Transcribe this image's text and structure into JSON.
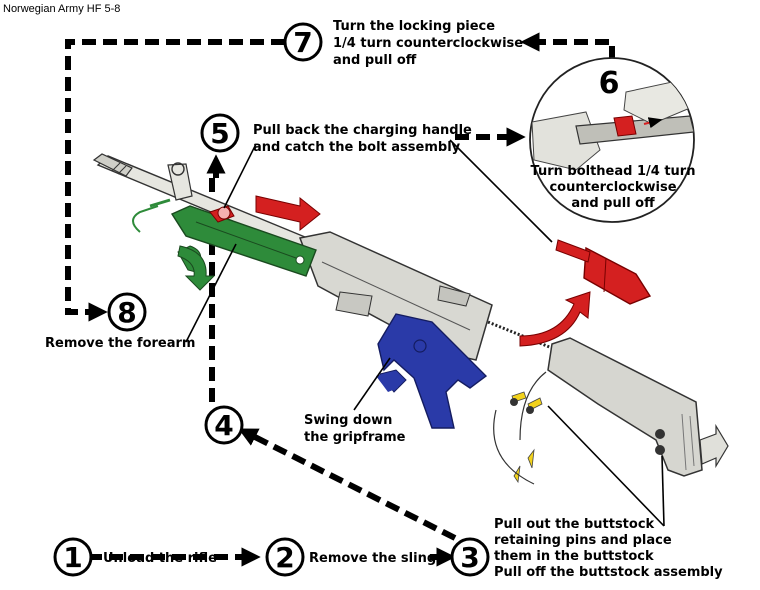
{
  "header": {
    "title": "Norwegian Army HF 5-8"
  },
  "steps": [
    {
      "number": "1",
      "lines": [
        "Unload the rifle"
      ]
    },
    {
      "number": "2",
      "lines": [
        "Remove the sling"
      ]
    },
    {
      "number": "3",
      "lines": [
        "Pull out the buttstock",
        "retaining pins and place",
        "them in the buttstock",
        "Pull off the buttstock assembly"
      ]
    },
    {
      "number": "4",
      "lines": [
        "Swing down",
        "the gripframe"
      ]
    },
    {
      "number": "5",
      "lines": [
        "Pull back the charging handle",
        "and catch the bolt assembly"
      ]
    },
    {
      "number": "6",
      "lines": [
        "Turn bolthead 1/4 turn",
        "counterclockwise",
        "and pull off"
      ]
    },
    {
      "number": "7",
      "lines": [
        "Turn the locking piece",
        "1/4 turn counterclockwise",
        "and pull off"
      ]
    },
    {
      "number": "8",
      "lines": [
        "Remove the forearm"
      ]
    }
  ],
  "colors": {
    "forearm": "#2e8b3a",
    "gripframe": "#2a3aa8",
    "charging_handle": "#d42020",
    "bolt": "#d42020",
    "pins": "#f2d21b",
    "receiver": "#d8d8d2",
    "buttstock": "#d6d6d0",
    "dashed_path": "#000000"
  }
}
